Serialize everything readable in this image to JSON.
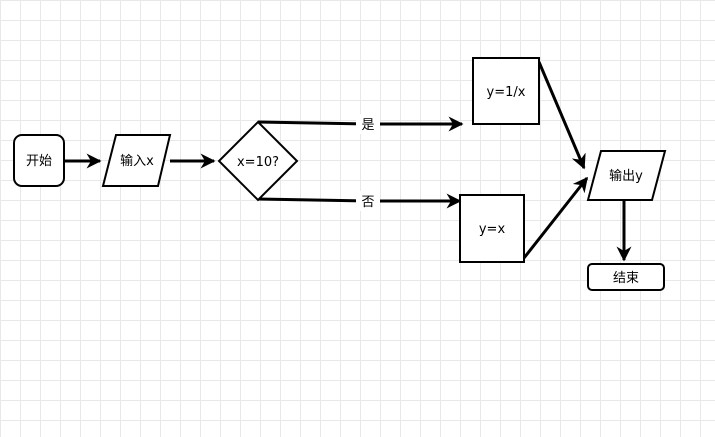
{
  "nodes": {
    "start": {
      "label": "开始"
    },
    "input": {
      "label": "输入x"
    },
    "decision": {
      "label": "x=10?"
    },
    "branch_yes_process": {
      "label": "y=1/x"
    },
    "branch_no_process": {
      "label": "y=x"
    },
    "output": {
      "label": "输出y"
    },
    "end": {
      "label": "结束"
    }
  },
  "edges": {
    "yes_label": "是",
    "no_label": "否"
  }
}
